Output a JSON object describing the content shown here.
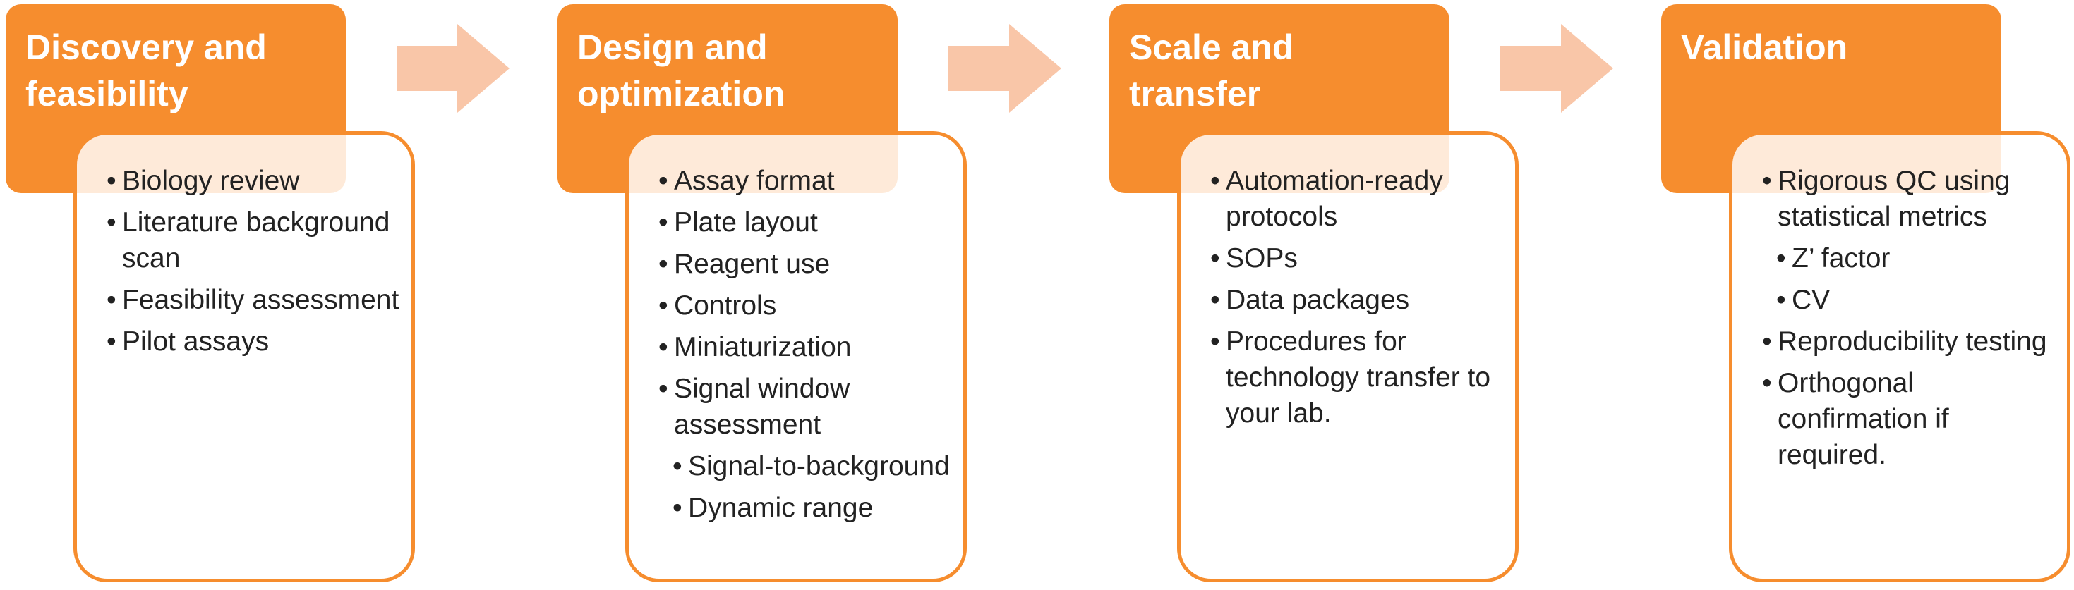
{
  "colors": {
    "stage_header": "#f68d2e",
    "stage_border": "#f68d2e",
    "arrow": "#f9c6a8",
    "header_text": "#ffffff",
    "body_text": "#222222"
  },
  "stages": [
    {
      "title": "Discovery and\nfeasibility",
      "items": [
        {
          "text": "Biology review"
        },
        {
          "text": "Literature background scan"
        },
        {
          "text": "Feasibility assessment"
        },
        {
          "text": "Pilot assays"
        }
      ]
    },
    {
      "title": "Design and\noptimization",
      "items": [
        {
          "text": "Assay format"
        },
        {
          "text": "Plate layout"
        },
        {
          "text": "Reagent use"
        },
        {
          "text": "Controls"
        },
        {
          "text": "Miniaturization"
        },
        {
          "text": "Signal window assessment"
        },
        {
          "text": "Signal-to-background"
        },
        {
          "text": "Dynamic range"
        }
      ]
    },
    {
      "title": "Scale and\ntransfer",
      "items": [
        {
          "text": "Automation-ready protocols"
        },
        {
          "text": "SOPs"
        },
        {
          "text": "Data packages"
        },
        {
          "text": "Procedures for technology transfer to your lab."
        }
      ]
    },
    {
      "title": "Validation",
      "items": [
        {
          "text": "Rigorous QC using statistical metrics"
        },
        {
          "text": "Z’ factor"
        },
        {
          "text": "CV"
        },
        {
          "text": "Reproducibility testing"
        },
        {
          "text": "Orthogonal confirmation if required."
        }
      ]
    }
  ],
  "arrows": [
    {
      "icon": "right-arrow-icon"
    },
    {
      "icon": "right-arrow-icon"
    },
    {
      "icon": "right-arrow-icon"
    }
  ]
}
